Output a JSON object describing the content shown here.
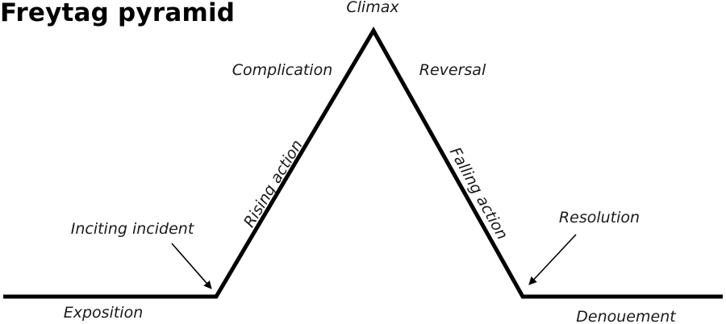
{
  "title": "Freytag pyramid",
  "labels": {
    "climax": "Climax",
    "complication": "Complication",
    "reversal": "Reversal",
    "rising_action": "Rising action",
    "falling_action": "Falling action",
    "inciting_incident": "Inciting incident",
    "resolution": "Resolution",
    "exposition": "Exposition",
    "denouement": "Denouement"
  },
  "colors": {
    "line": "#000000",
    "text": "#1a1a1a"
  }
}
